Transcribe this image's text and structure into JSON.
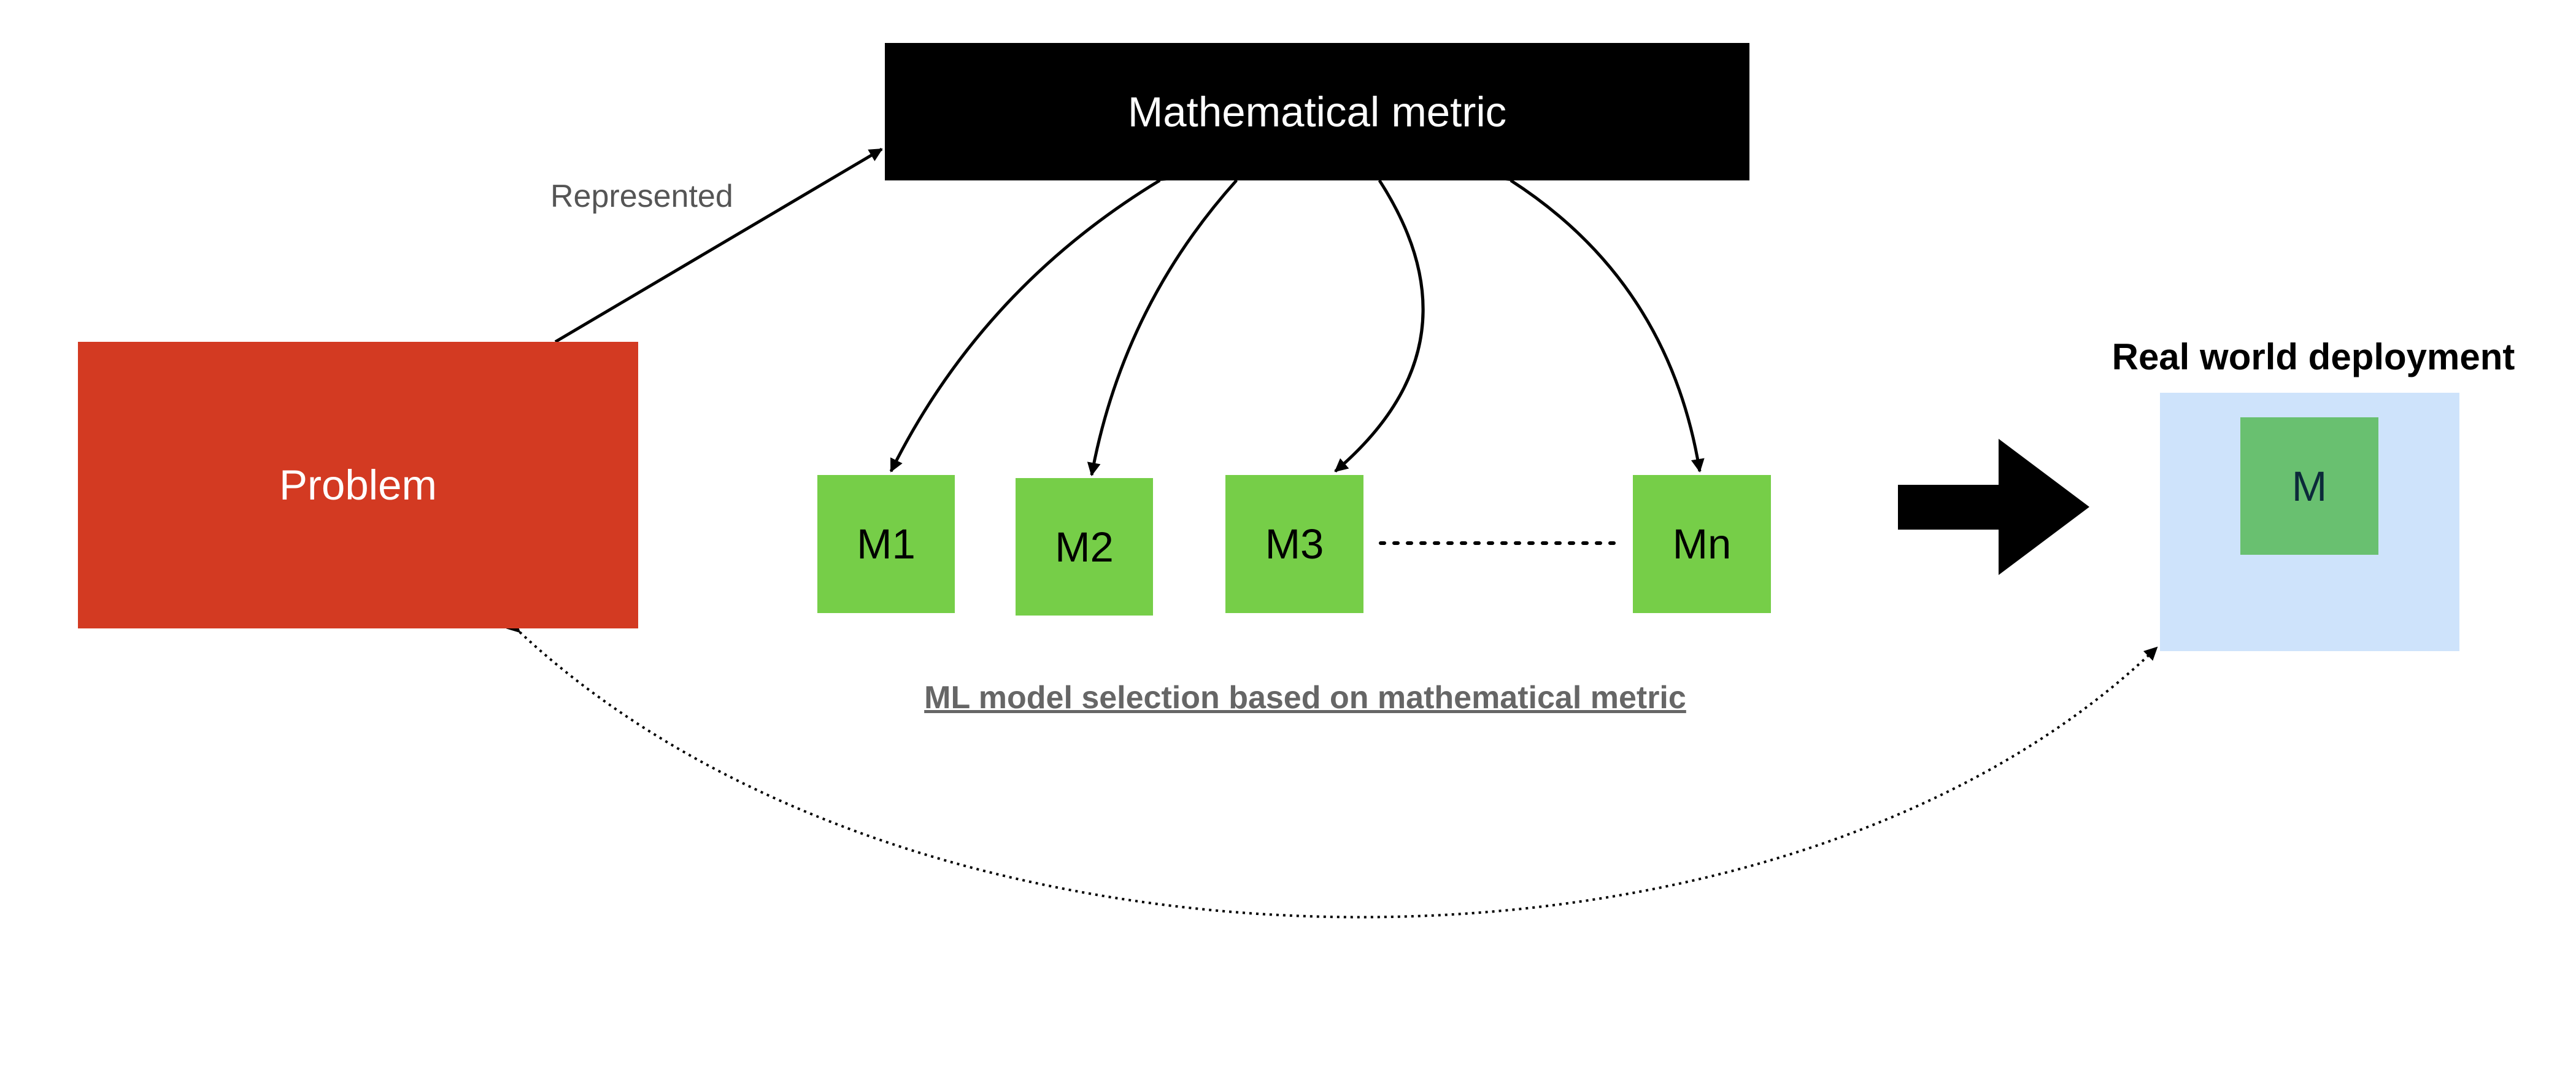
{
  "metric": {
    "label": "Mathematical metric"
  },
  "problem": {
    "label": "Problem"
  },
  "edges": {
    "represented_label": "Represented"
  },
  "models": {
    "m1": "M1",
    "m2": "M2",
    "m3": "M3",
    "mn": "Mn"
  },
  "selection_caption": "ML model selection based on mathematical metric",
  "deployment": {
    "title": "Real world deployment",
    "model_label": "M"
  },
  "colors": {
    "metric_box": "#000000",
    "problem_box": "#d33a22",
    "model_box": "#76ce48",
    "deploy_background": "#cee3fb",
    "deployed_model": "#69c070"
  }
}
